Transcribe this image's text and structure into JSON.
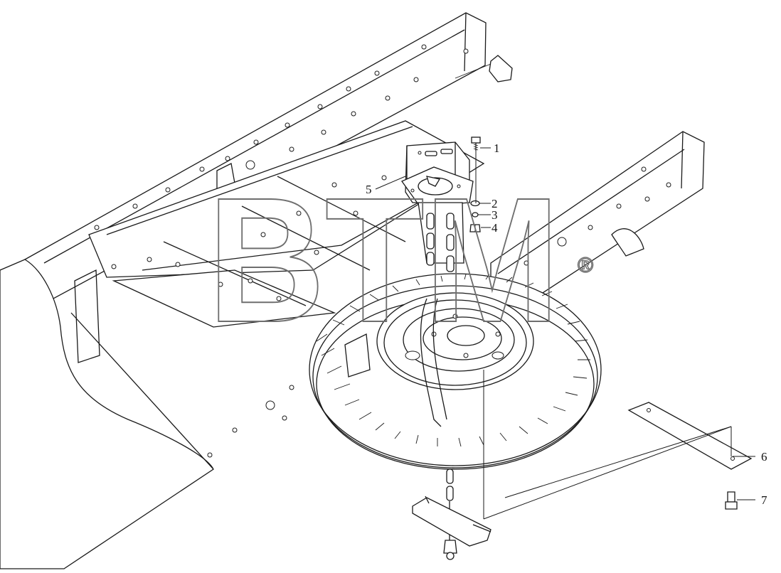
{
  "callouts": [
    {
      "number": "1"
    },
    {
      "number": "2"
    },
    {
      "number": "3"
    },
    {
      "number": "4"
    },
    {
      "number": "5"
    },
    {
      "number": "6"
    },
    {
      "number": "7"
    }
  ],
  "watermark": {
    "text": "BTM",
    "registered_mark": "®"
  }
}
